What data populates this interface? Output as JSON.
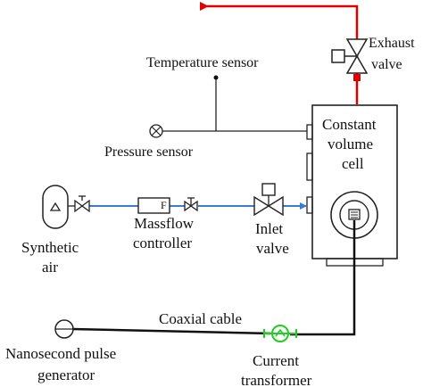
{
  "labels": {
    "exhaust_line1": "Exhaust",
    "exhaust_line2": "valve",
    "temperature_sensor": "Temperature sensor",
    "pressure_sensor": "Pressure sensor",
    "cell_line1": "Constant",
    "cell_line2": "volume",
    "cell_line3": "cell",
    "synthetic_line1": "Synthetic",
    "synthetic_line2": "air",
    "massflow_line1": "Massflow",
    "massflow_line2": "controller",
    "mfc_letter": "F",
    "inlet_line1": "Inlet",
    "inlet_line2": "valve",
    "coaxial_cable": "Coaxial cable",
    "pulse_line1": "Nanosecond pulse",
    "pulse_line2": "generator",
    "current_line1": "Current",
    "current_line2": "transformer"
  },
  "colors": {
    "exhaust_pipe": "#e00000",
    "gas_line": "#3a7bd5",
    "current_transformer": "#22cc22",
    "wire": "#111111"
  }
}
